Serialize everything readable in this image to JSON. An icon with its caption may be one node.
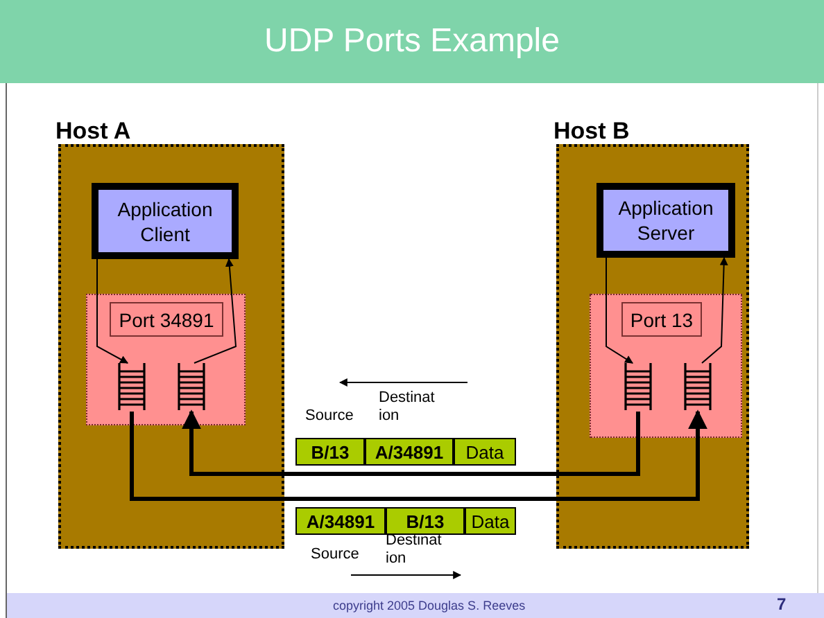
{
  "diagram": {
    "title": "UDP Ports Example",
    "nodes": [
      {
        "text": [
          "Host A"
        ]
      },
      {
        "text": [
          "Application Client"
        ],
        "in": 0
      },
      {
        "text": [],
        "shape": "box",
        "in": 0
      },
      {
        "text": [
          "Port 34891"
        ],
        "in": 2
      },
      {
        "text": [],
        "shape": "stack",
        "in": 2
      },
      {
        "text": [],
        "shape": "stack",
        "in": 2
      },
      {
        "text": [
          "Host B"
        ]
      },
      {
        "text": [
          "Application Server"
        ],
        "in": 6
      },
      {
        "text": [],
        "shape": "box",
        "in": 6
      },
      {
        "text": [
          "Port 13"
        ],
        "in": 8
      },
      {
        "text": [],
        "shape": "stack",
        "in": 8
      },
      {
        "text": [],
        "shape": "stack",
        "in": 8
      },
      {
        "text": [
          "B/13"
        ]
      },
      {
        "text": [
          "A/34891"
        ]
      },
      {
        "text": [
          "Data"
        ]
      },
      {
        "text": [
          "A/34891"
        ]
      },
      {
        "text": [
          "B/13"
        ]
      },
      {
        "text": [
          "Data"
        ]
      }
    ],
    "edges": [
      {
        "from": 1,
        "to": 4,
        "arrow": "to"
      },
      {
        "from": 5,
        "to": 1,
        "arrow": "to"
      },
      {
        "from": 4,
        "to": 11,
        "arrow": "to",
        "style": "thick"
      },
      {
        "from": 10,
        "to": 5,
        "arrow": "to",
        "style": "thick"
      },
      {
        "from": 7,
        "to": 10,
        "arrow": "to"
      },
      {
        "from": 11,
        "to": 7,
        "arrow": "to"
      }
    ],
    "labels": [
      "Source",
      "Destinat ion",
      "Source",
      "Destinat ion",
      "copyright 2005 Douglas S. Reeves",
      "7"
    ]
  }
}
